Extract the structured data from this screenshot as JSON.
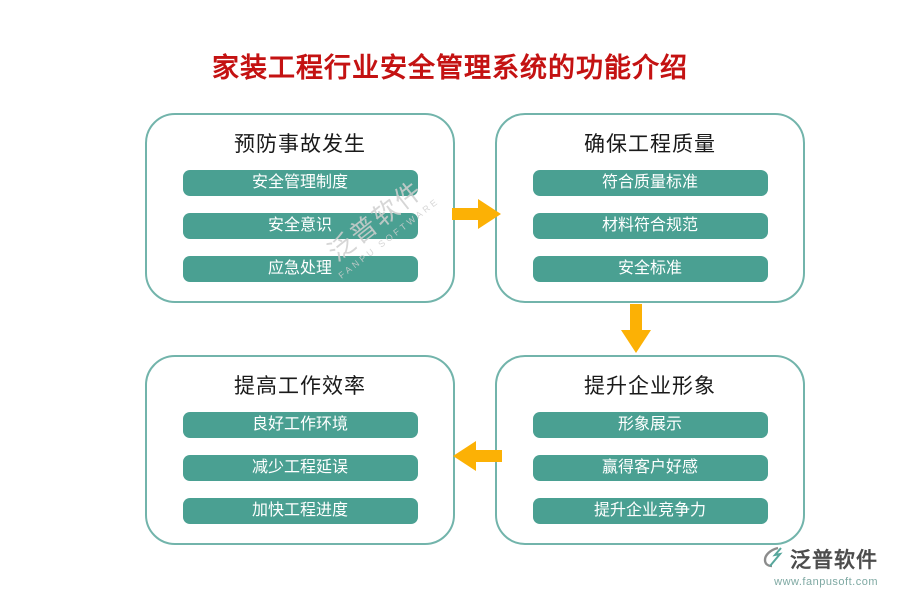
{
  "page": {
    "title": "家装工程行业安全管理系统的功能介绍"
  },
  "cards": [
    {
      "title": "预防事故发生",
      "items": [
        "安全管理制度",
        "安全意识",
        "应急处理"
      ]
    },
    {
      "title": "确保工程质量",
      "items": [
        "符合质量标准",
        "材料符合规范",
        "安全标准"
      ]
    },
    {
      "title": "提高工作效率",
      "items": [
        "良好工作环境",
        "减少工程延误",
        "加快工程进度"
      ]
    },
    {
      "title": "提升企业形象",
      "items": [
        "形象展示",
        "赢得客户好感",
        "提升企业竞争力"
      ]
    }
  ],
  "arrows": [
    "right",
    "down",
    "left"
  ],
  "watermark": {
    "line1": "泛普软件",
    "line2": "FANPU SOFTWARE"
  },
  "footer": {
    "brand": "泛普软件",
    "url": "www.fanpusoft.com"
  },
  "colors": {
    "title_red": "#c41212",
    "teal_fill": "#4aa092",
    "teal_border": "#72b4ab",
    "arrow_gold": "#fcb105"
  }
}
